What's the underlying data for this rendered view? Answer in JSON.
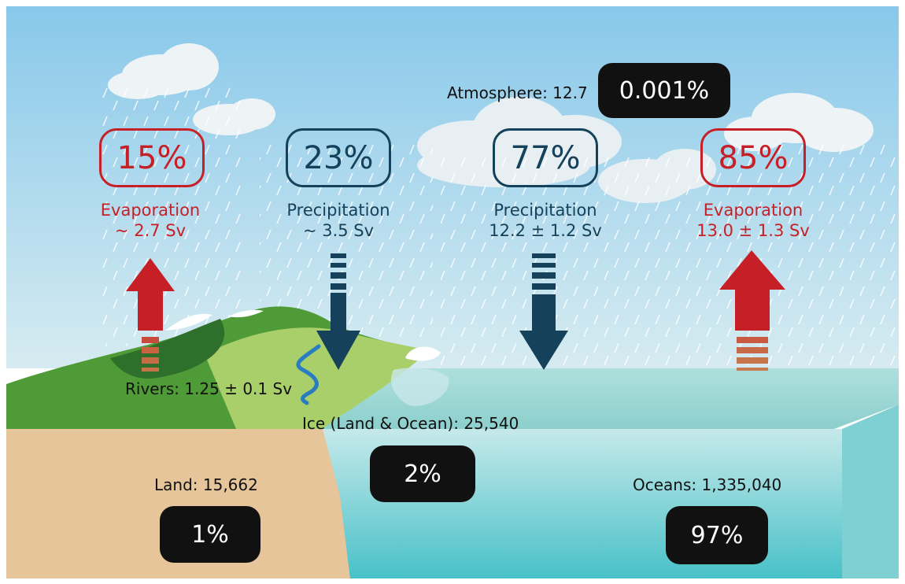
{
  "atmosphere": {
    "label": "Atmosphere: 12.7",
    "pct": "0.001%"
  },
  "flows": [
    {
      "pct": "15%",
      "name": "Evaporation",
      "value": "~ 2.7 Sv",
      "color": "#c62026",
      "dir": "up"
    },
    {
      "pct": "23%",
      "name": "Precipitation",
      "value": "~ 3.5 Sv",
      "color": "#15425a",
      "dir": "down"
    },
    {
      "pct": "77%",
      "name": "Precipitation",
      "value": "12.2 ± 1.2 Sv",
      "color": "#15425a",
      "dir": "down"
    },
    {
      "pct": "85%",
      "name": "Evaporation",
      "value": "13.0 ± 1.3 Sv",
      "color": "#c62026",
      "dir": "up"
    }
  ],
  "rivers": "Rivers: 1.25 ± 0.1 Sv",
  "ice": {
    "label": "Ice (Land & Ocean): 25,540",
    "pct": "2%"
  },
  "land": {
    "label": "Land: 15,662",
    "pct": "1%"
  },
  "oceans": {
    "label": "Oceans: 1,335,040",
    "pct": "97%"
  },
  "colors": {
    "sky_top": "#8fcbe9",
    "sky_bottom": "#cfe7ef",
    "ocean": "#9fd6d4",
    "ocean_deep": "#2bb3c0",
    "land": "#e6c59b",
    "hill_green": "#4f9b37",
    "evap_red": "#c62026",
    "precip_navy": "#15425a",
    "pill": "#111111"
  }
}
